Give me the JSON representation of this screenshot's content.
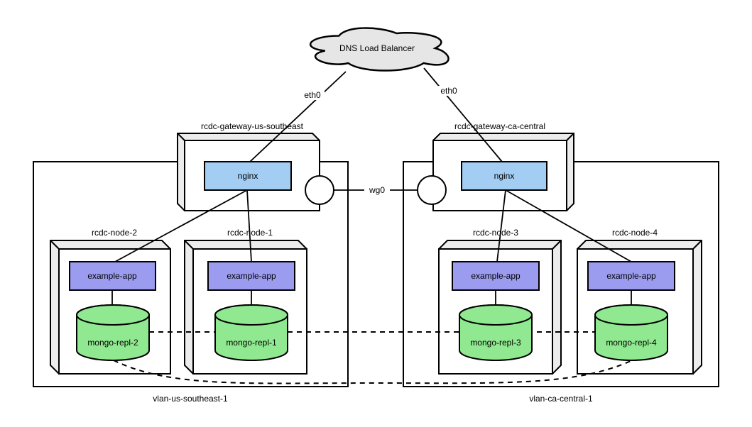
{
  "cloud": {
    "label": "DNS Load Balancer"
  },
  "interfaces": {
    "eth0_left": "eth0",
    "eth0_right": "eth0",
    "wg0": "wg0"
  },
  "gateways": [
    {
      "label": "rcdc-gateway-us-southeast",
      "service": "nginx"
    },
    {
      "label": "rcdc-gateway-ca-central",
      "service": "nginx"
    }
  ],
  "vlans": [
    {
      "label": "vlan-us-southeast-1"
    },
    {
      "label": "vlan-ca-central-1"
    }
  ],
  "nodes": [
    {
      "label": "rcdc-node-2",
      "app": "example-app",
      "db": "mongo-repl-2"
    },
    {
      "label": "rcdc-node-1",
      "app": "example-app",
      "db": "mongo-repl-1"
    },
    {
      "label": "rcdc-node-3",
      "app": "example-app",
      "db": "mongo-repl-3"
    },
    {
      "label": "rcdc-node-4",
      "app": "example-app",
      "db": "mongo-repl-4"
    }
  ],
  "colors": {
    "nginx": "#a3cdf3",
    "app": "#9b9bf0",
    "db": "#90e890",
    "cloud": "#e6e6e6",
    "bevel": "#ececec",
    "face": "#ffffff",
    "line": "#000000"
  }
}
